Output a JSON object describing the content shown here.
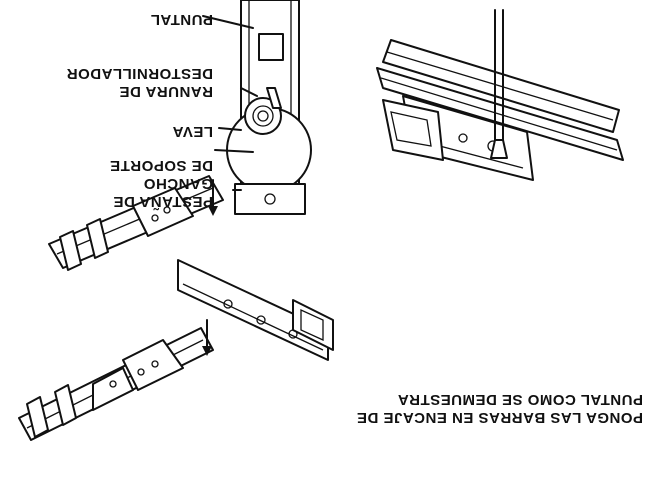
{
  "labels": {
    "strut": "PUNTAL",
    "screwdriver_slot_line1": "RANURA DE",
    "screwdriver_slot_line2": "DESTORNILLADOR",
    "lever": "LEVA",
    "hook_tab_line1": "PESTAÑA DE",
    "hook_tab_line2": "GANCHO",
    "hook_tab_line3": "DE SOPORTE",
    "instruction_line1": "PONGA LAS BARRAS EN ENCAJE DE",
    "instruction_line2": "PUNTAL COMO SE DEMUESTRA"
  }
}
